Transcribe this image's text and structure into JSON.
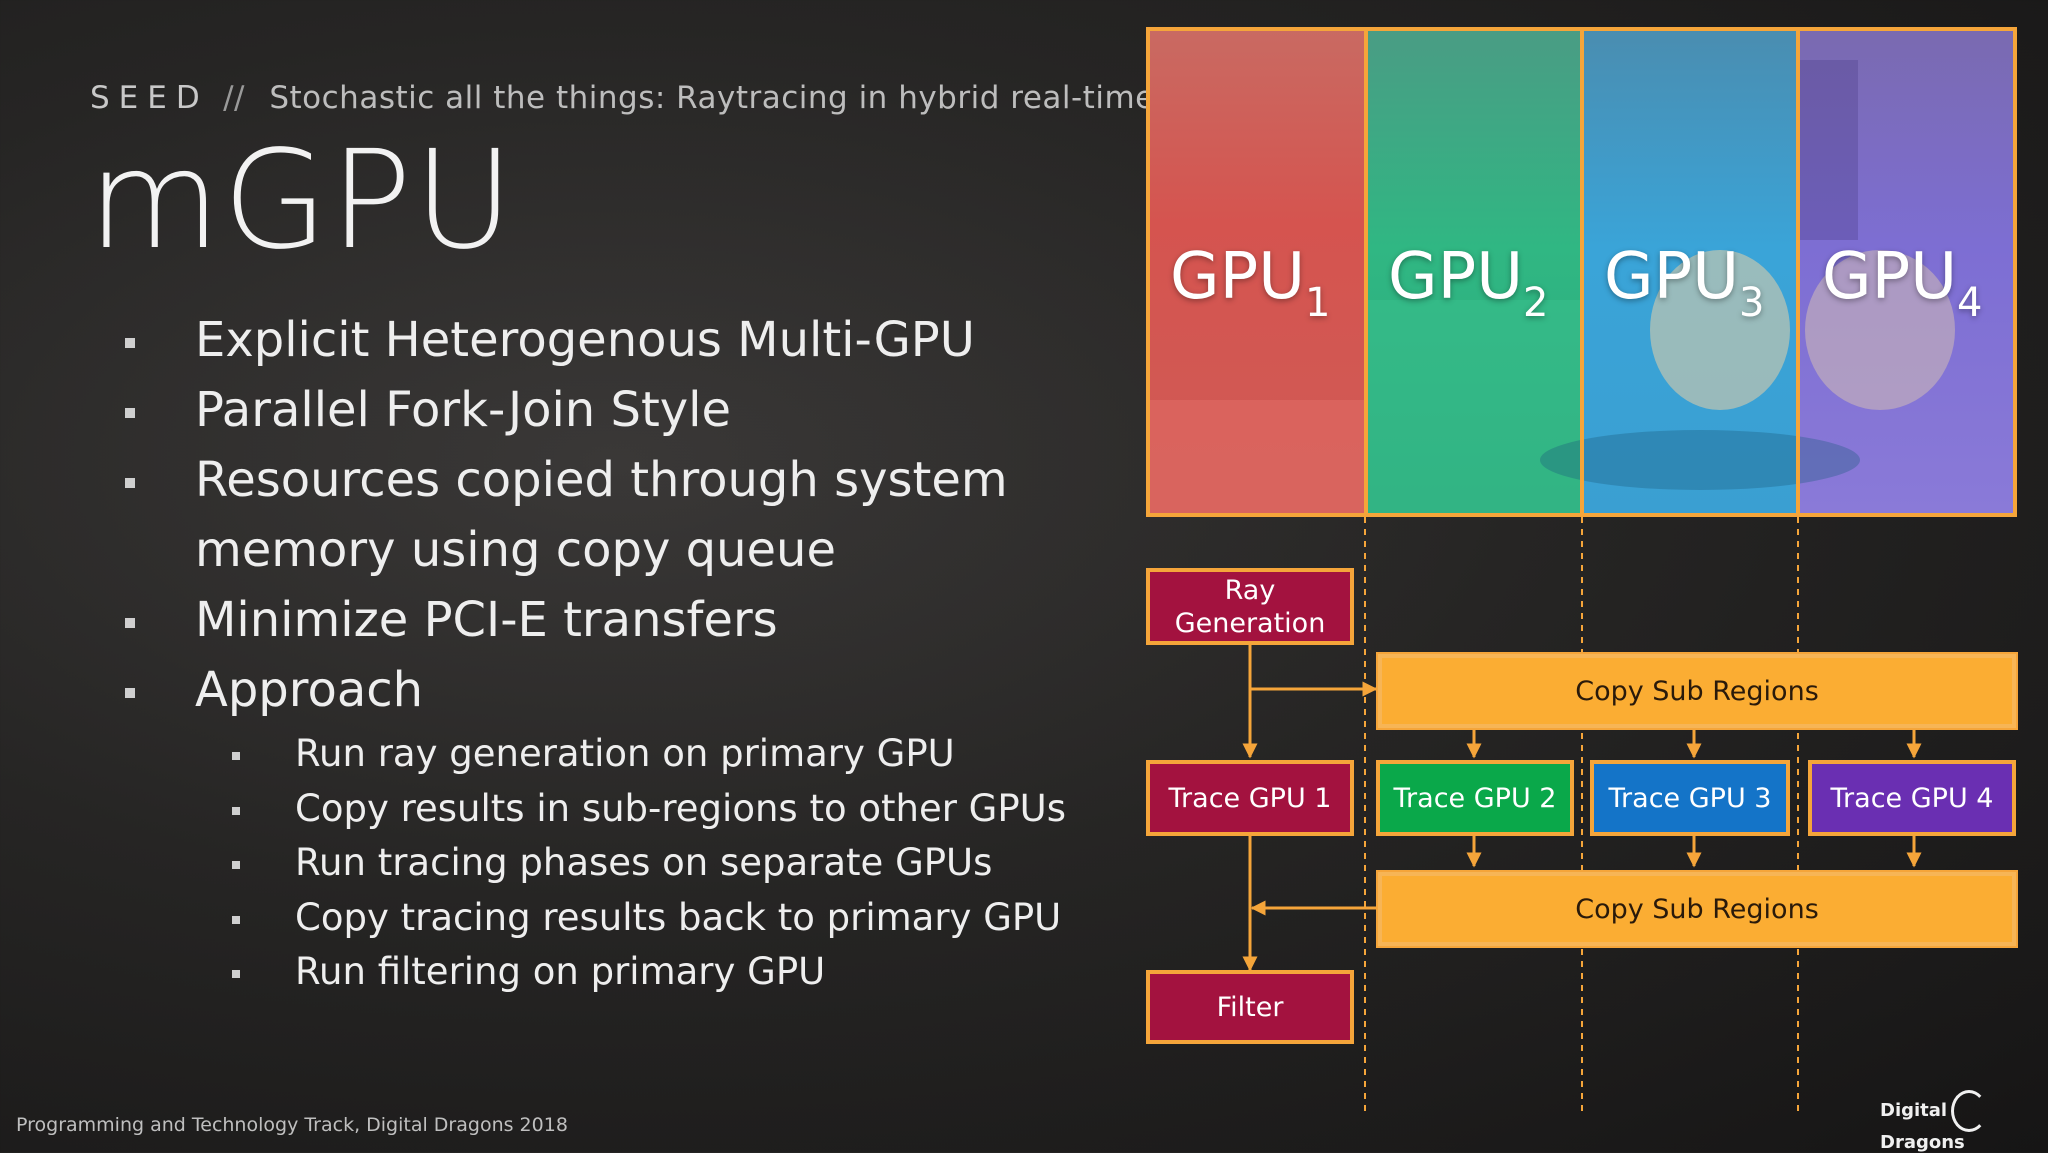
{
  "header": {
    "brand": "SEED",
    "separator": "//",
    "subtitle": "Stochastic all the things: Raytracing in hybrid real-time rendering"
  },
  "title": "mGPU",
  "bullets": [
    "Explicit Heterogenous Multi-GPU",
    "Parallel Fork-Join Style",
    "Resources copied through system memory using copy queue",
    "Minimize PCI-E transfers",
    "Approach"
  ],
  "sub_bullets": [
    "Run ray generation on primary GPU",
    "Copy results in sub-regions to other GPUs",
    "Run tracing phases on separate GPUs",
    "Copy tracing results back to primary GPU",
    "Run filtering on primary GPU"
  ],
  "gpus": [
    {
      "base": "GPU",
      "index": "1",
      "color": "#d04a4a"
    },
    {
      "base": "GPU",
      "index": "2",
      "color": "#1fb37a"
    },
    {
      "base": "GPU",
      "index": "3",
      "color": "#2d9bd6"
    },
    {
      "base": "GPU",
      "index": "4",
      "color": "#7a55c8"
    }
  ],
  "diagram": {
    "ray_generation": "Ray Generation",
    "copy_sub_regions_1": "Copy Sub Regions",
    "copy_sub_regions_2": "Copy Sub Regions",
    "trace": [
      "Trace GPU 1",
      "Trace GPU 2",
      "Trace GPU 3",
      "Trace GPU 4"
    ],
    "filter": "Filter",
    "colors": {
      "crimson": "#a3123f",
      "green": "#0aa84a",
      "blue": "#1474c8",
      "purple": "#6a2fb2",
      "orange": "#fbad33",
      "frame": "#f5a53a"
    }
  },
  "footer": "Programming and Technology Track, Digital Dragons 2018",
  "logo": {
    "left": "Digital",
    "right": "Dragons"
  }
}
